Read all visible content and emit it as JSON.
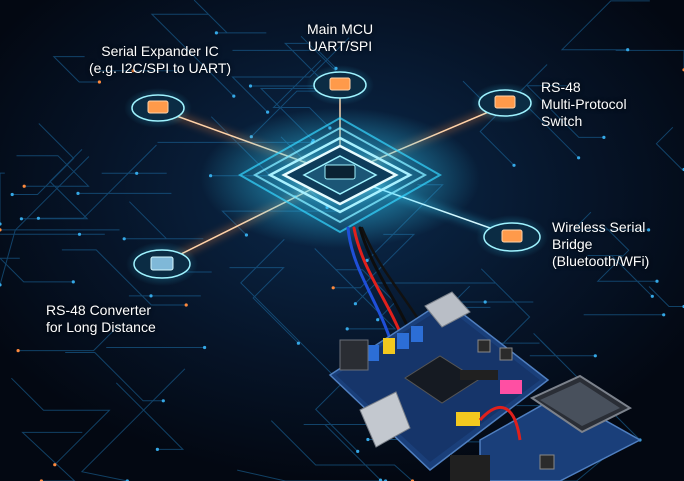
{
  "diagram": {
    "nodes": [
      {
        "id": "main-mcu",
        "lines": [
          "Main MCU",
          "UART/SPI"
        ]
      },
      {
        "id": "serial-expander",
        "lines": [
          "Serial Expander IC",
          "(e.g. I2C/SPI to UART)"
        ]
      },
      {
        "id": "rs48-switch",
        "lines": [
          "RS-48",
          "Multi-Protocol",
          "Switch"
        ]
      },
      {
        "id": "wireless-bridge",
        "lines": [
          "Wireless Serial",
          "Bridge",
          "(Bluetooth/WFi)"
        ]
      },
      {
        "id": "rs48-converter",
        "lines": [
          "RS-48 Converter",
          "for Long Distance"
        ]
      }
    ],
    "colors": {
      "background": "#040b1a",
      "circuit_trace": "#1d6fa8",
      "glow_cyan": "#35d6ff",
      "beam_orange": "#ff8a3d",
      "chip_orange": "#ff9a4a",
      "pcb_blue": "#1a3f7a",
      "wire_red": "#e0201c",
      "wire_blue": "#1f4fd8",
      "wire_black": "#0d0d0d",
      "terminal_yellow": "#f3c91f",
      "terminal_blue": "#2c6ed6",
      "header_pink": "#ff4fa3"
    }
  }
}
